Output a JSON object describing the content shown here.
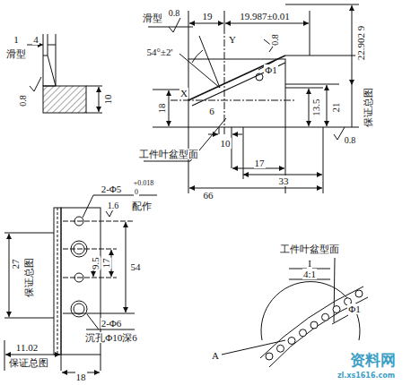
{
  "diagram": {
    "labels": [
      "1",
      "4",
      "滑型",
      "0.8",
      "10",
      "滑型",
      "0.8",
      "19",
      "19.987±0.01",
      "54°±2'",
      "Y",
      "0.8",
      "Φ1",
      "22.902 9",
      "保证总图",
      "18",
      "X",
      "6",
      "13.5",
      "21",
      "0.8",
      "10",
      "工件叶盆型面",
      "17",
      "33",
      "66",
      "2-Φ5",
      "+0.018",
      "0",
      "1.6",
      "配作",
      "9.5",
      "17",
      "54",
      "27",
      "保证总图",
      "2-Φ6",
      "沉孔Φ10深6",
      "11.02",
      "保证总图",
      "18",
      "工件叶盆型面",
      "I",
      "4:1",
      "Φ1",
      "A",
      "资料网",
      "zl.xs1616.com"
    ]
  }
}
